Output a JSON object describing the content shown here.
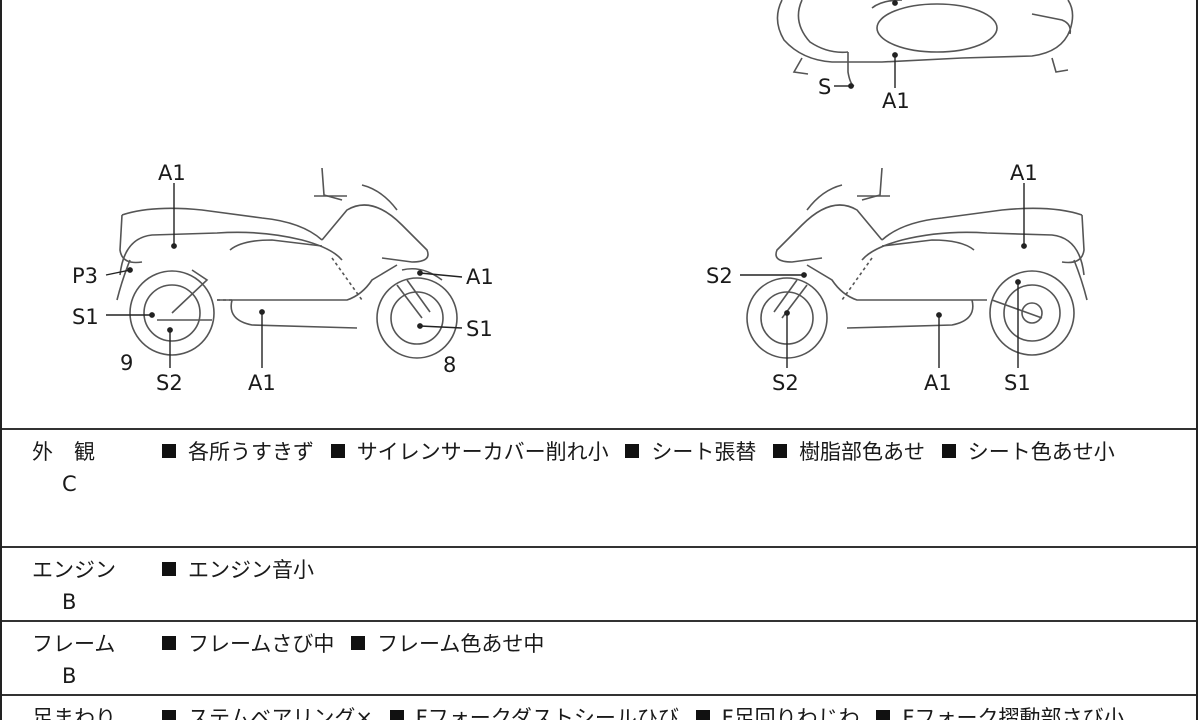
{
  "diagram": {
    "top_view": {
      "labels": {
        "s": "S",
        "a1": "A1"
      }
    },
    "left_view": {
      "labels": {
        "a1_top": "A1",
        "p3": "P3",
        "s1_left": "S1",
        "nine": "9",
        "s2": "S2",
        "a1_bottom": "A1",
        "a1_front": "A1",
        "s1_front": "S1",
        "eight": "8"
      }
    },
    "right_view": {
      "labels": {
        "a1_top": "A1",
        "s2_left": "S2",
        "s2_bottom": "S2",
        "a1_bottom": "A1",
        "s1": "S1"
      }
    }
  },
  "table": {
    "rows": [
      {
        "category": "外　観",
        "grade": "C",
        "items": [
          "各所うすきず",
          "サイレンサーカバー削れ小",
          "シート張替",
          "樹脂部色あせ",
          "シート色あせ小"
        ]
      },
      {
        "category": "エンジン",
        "grade": "B",
        "items": [
          "エンジン音小"
        ]
      },
      {
        "category": "フレーム",
        "grade": "B",
        "items": [
          "フレームさび中",
          "フレーム色あせ中"
        ]
      },
      {
        "category": "足まわり",
        "grade": "",
        "items": [
          "ステムベアリング×",
          "Fフォークダストシールひび",
          "F足回りわじわ",
          "Fフォーク摺動部さび小"
        ]
      }
    ]
  }
}
